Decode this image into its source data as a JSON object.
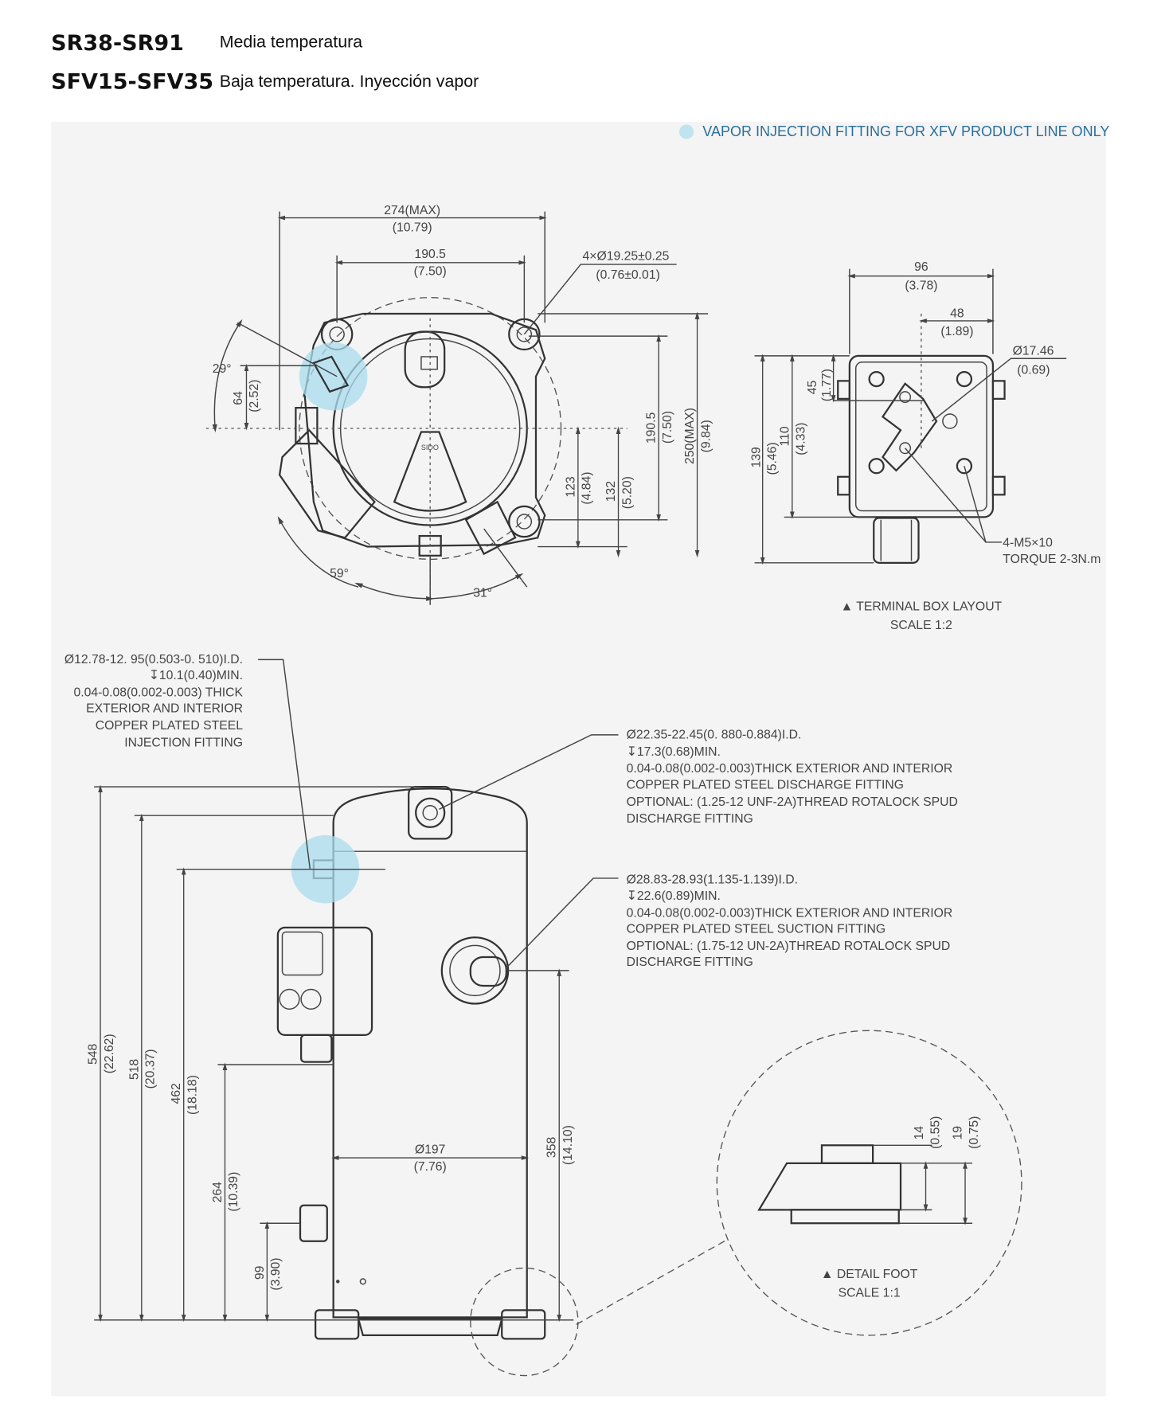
{
  "header": {
    "rows": [
      {
        "model": "SR38-SR91",
        "description": "Media temperatura"
      },
      {
        "model": "SFV15-SFV35",
        "description": "Baja temperatura. Inyección vapor"
      }
    ]
  },
  "legend": {
    "text": "VAPOR INJECTION FITTING FOR XFV PRODUCT LINE ONLY",
    "color": "#2a6f9a",
    "marker_color": "#a9dcee"
  },
  "top_view": {
    "dim_width_max": [
      "274(MAX)",
      "(10.79)"
    ],
    "dim_hole_spacing": [
      "190.5",
      "(7.50)"
    ],
    "dim_holes": [
      "4×Ø19.25±0.25",
      "(0.76±0.01)"
    ],
    "angle_29": "29°",
    "dim_64": [
      "64",
      "(2.52)"
    ],
    "dim_123": [
      "123",
      "(4.84)"
    ],
    "dim_132": [
      "132",
      "(5.20)"
    ],
    "dim_190": [
      "190.5",
      "(7.50)"
    ],
    "dim_250": [
      "250(MAX)",
      "(9.84)"
    ],
    "angle_59": "59°",
    "angle_31": "31°",
    "label_s": "SIDO"
  },
  "terminal_box": {
    "dim_96": [
      "96",
      "(3.78)"
    ],
    "dim_48": [
      "48",
      "(1.89)"
    ],
    "dim_hole": [
      "Ø17.46",
      "(0.69)"
    ],
    "dim_45": [
      "45",
      "(1.77)"
    ],
    "dim_110": [
      "110",
      "(4.33)"
    ],
    "dim_139": [
      "139",
      "(5.46)"
    ],
    "screws": [
      "4-M5×10",
      "TORQUE 2-3N.m"
    ],
    "caption": [
      "▲ TERMINAL BOX LAYOUT",
      "SCALE 1:2"
    ]
  },
  "side_view": {
    "injection_note": [
      "Ø12.78-12. 95(0.503-0. 510)I.D.",
      "↧10.1(0.40)MIN.",
      "0.04-0.08(0.002-0.003) THICK",
      "EXTERIOR AND INTERIOR",
      "COPPER PLATED STEEL",
      "INJECTION FITTING"
    ],
    "discharge_note": [
      "Ø22.35-22.45(0. 880-0.884)I.D.",
      "↧17.3(0.68)MIN.",
      "0.04-0.08(0.002-0.003)THICK EXTERIOR AND INTERIOR",
      "COPPER PLATED STEEL DISCHARGE FITTING",
      "OPTIONAL: (1.25-12 UNF-2A)THREAD ROTALOCK SPUD",
      "DISCHARGE FITTING"
    ],
    "suction_note": [
      "Ø28.83-28.93(1.135-1.139)I.D.",
      "↧22.6(0.89)MIN.",
      "0.04-0.08(0.002-0.003)THICK EXTERIOR AND INTERIOR",
      "COPPER PLATED STEEL SUCTION FITTING",
      "OPTIONAL: (1.75-12 UN-2A)THREAD ROTALOCK SPUD",
      "DISCHARGE FITTING"
    ],
    "dim_548": [
      "548",
      "(22.62)"
    ],
    "dim_518": [
      "518",
      "(20.37)"
    ],
    "dim_462": [
      "462",
      "(18.18)"
    ],
    "dim_264": [
      "264",
      "(10.39)"
    ],
    "dim_99": [
      "99",
      "(3.90)"
    ],
    "dim_358": [
      "358",
      "(14.10)"
    ],
    "dim_dia": [
      "Ø197",
      "(7.76)"
    ]
  },
  "detail_foot": {
    "dim_14": [
      "14",
      "(0.55)"
    ],
    "dim_19": [
      "19",
      "(0.75)"
    ],
    "caption": [
      "▲ DETAIL FOOT",
      "SCALE 1:1"
    ]
  }
}
